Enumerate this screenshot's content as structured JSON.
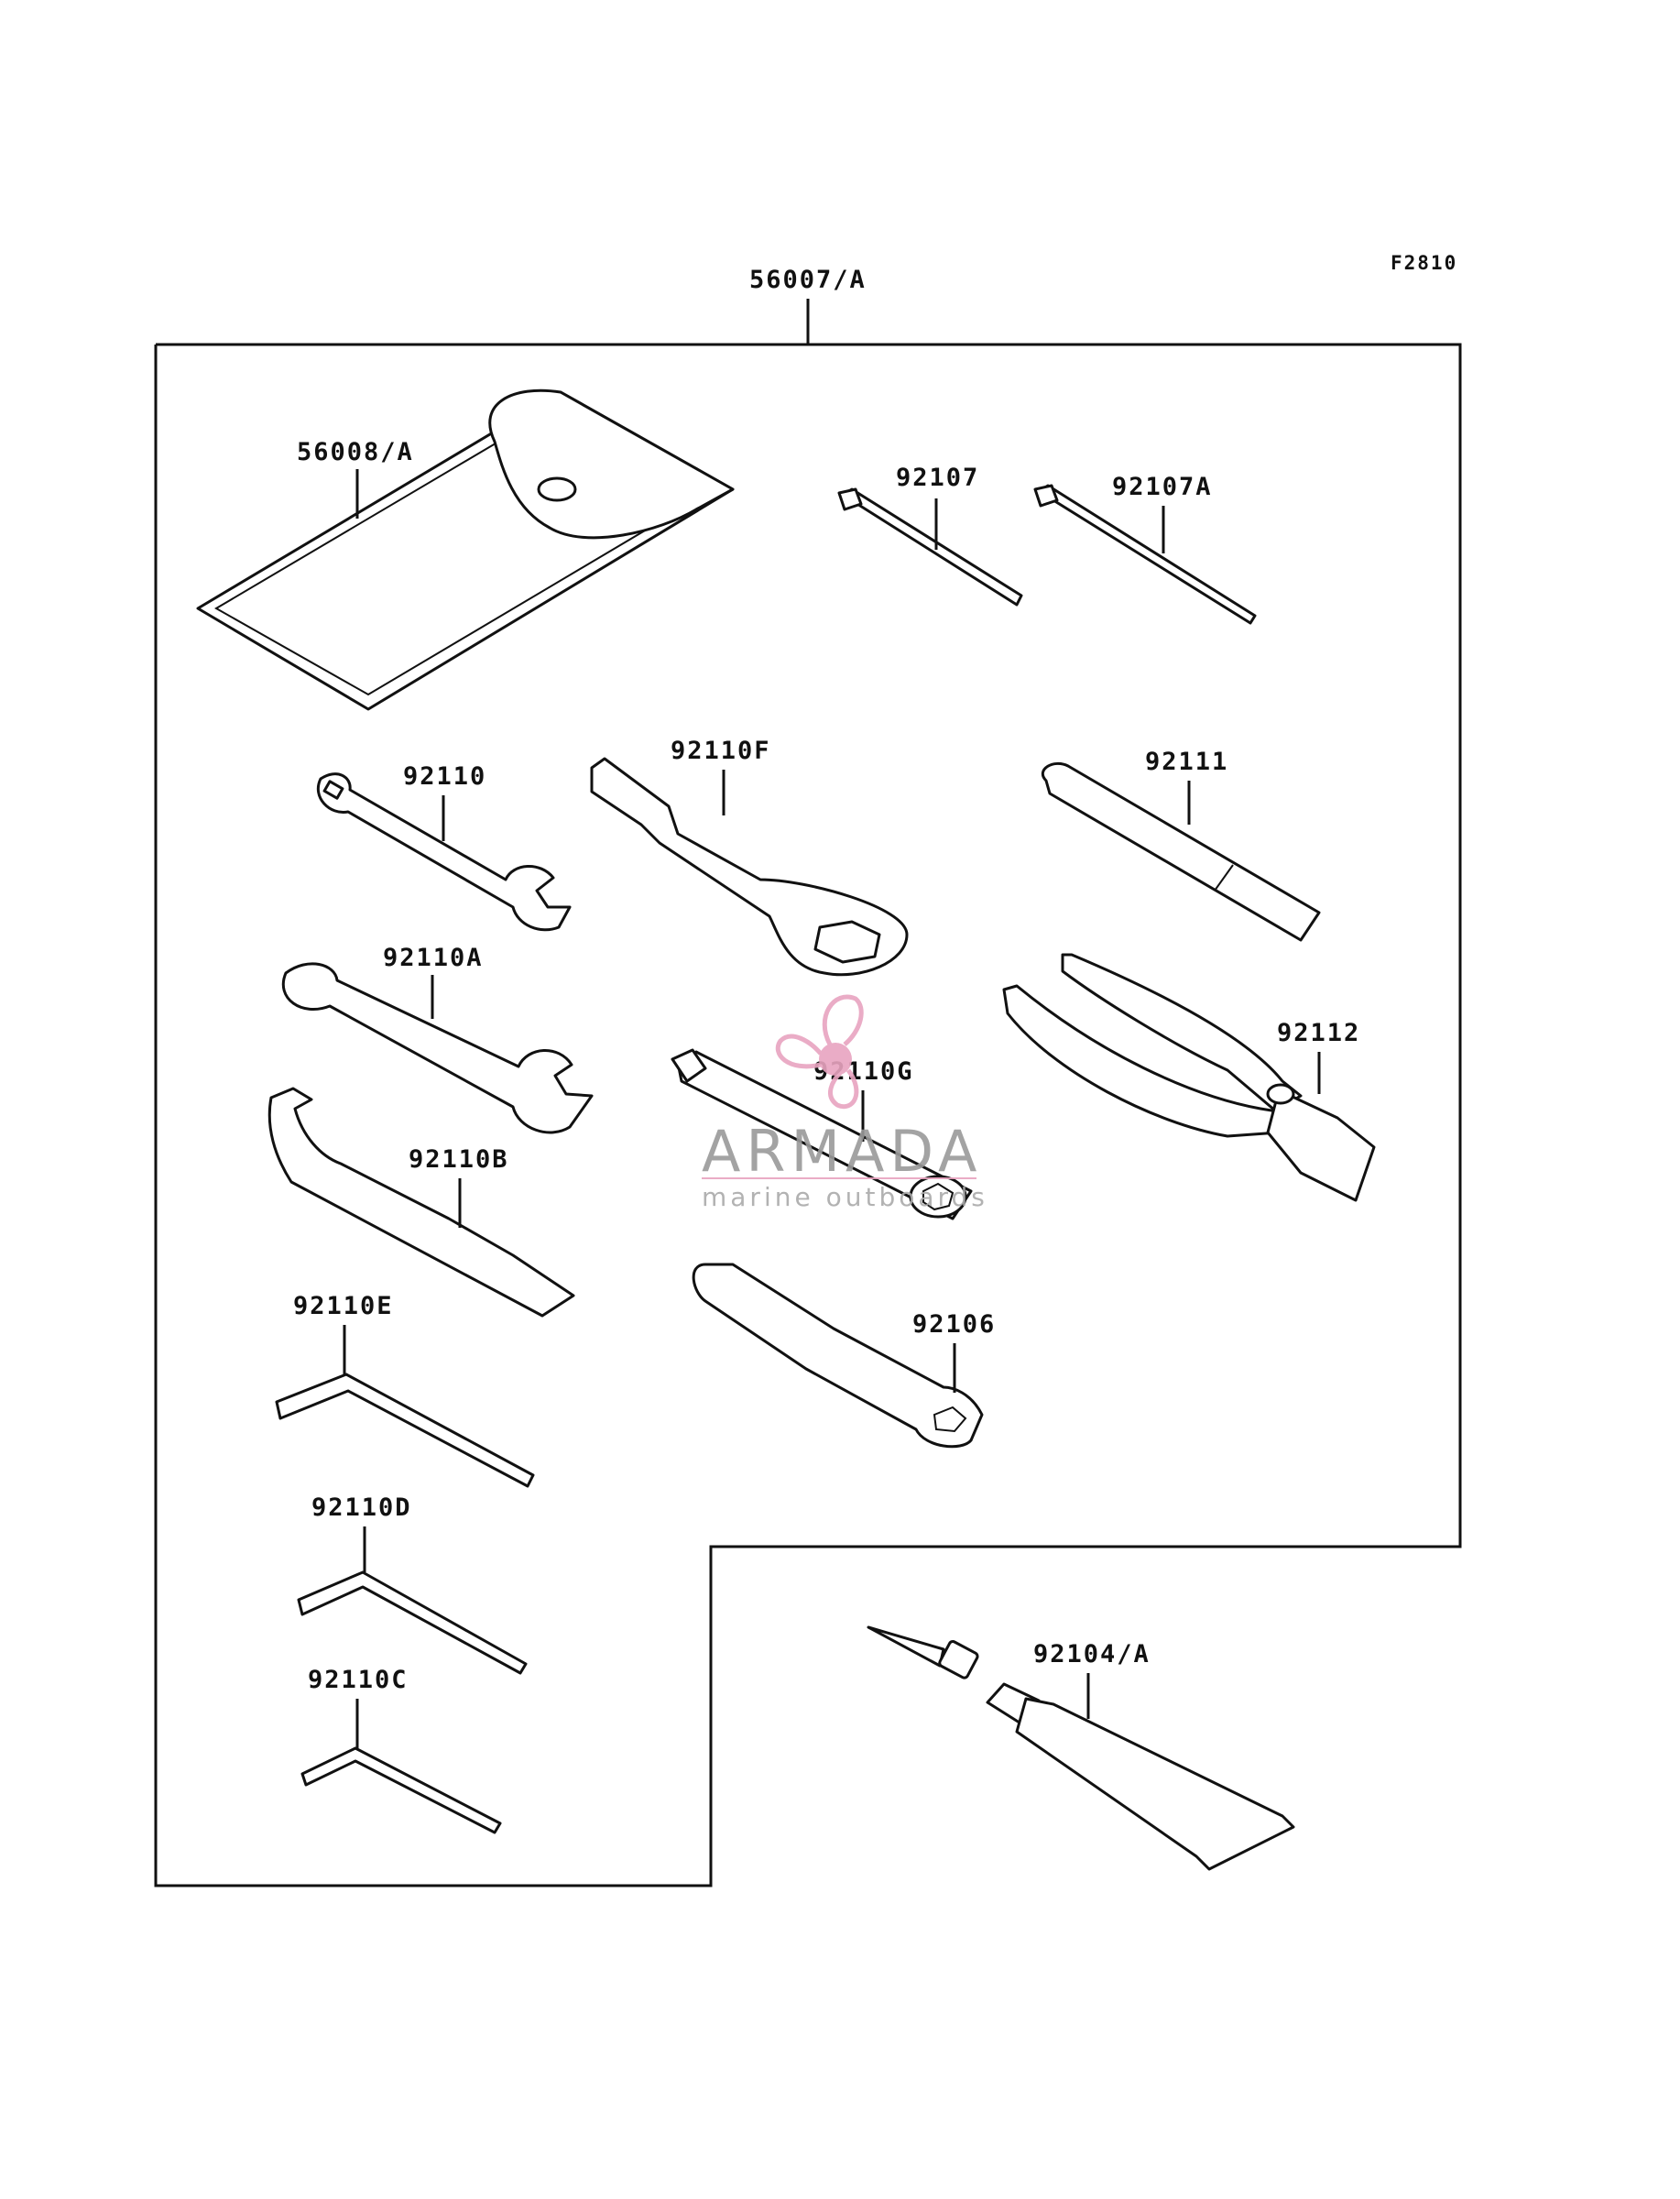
{
  "figure_code": "F2810",
  "kit": {
    "part_no": "56007/A"
  },
  "parts": [
    {
      "id": "pouch",
      "part_no": "56008/A",
      "icon": "tool-pouch-icon"
    },
    {
      "id": "screwdriver-bit-1",
      "part_no": "92107",
      "icon": "screwdriver-bit-icon"
    },
    {
      "id": "screwdriver-bit-2",
      "part_no": "92107A",
      "icon": "screwdriver-bit-icon"
    },
    {
      "id": "open-end-wrench-small",
      "part_no": "92110",
      "icon": "open-end-wrench-icon"
    },
    {
      "id": "ring-wrench",
      "part_no": "92110F",
      "icon": "ring-wrench-icon"
    },
    {
      "id": "extension-bar",
      "part_no": "92111",
      "icon": "extension-bar-icon"
    },
    {
      "id": "open-end-wrench-large",
      "part_no": "92110A",
      "icon": "open-end-wrench-icon"
    },
    {
      "id": "pliers",
      "part_no": "92112",
      "icon": "pliers-icon"
    },
    {
      "id": "spark-plug-wrench",
      "part_no": "92110G",
      "icon": "box-wrench-icon"
    },
    {
      "id": "hook-wrench",
      "part_no": "92110B",
      "icon": "hook-wrench-icon"
    },
    {
      "id": "screwdriver-handle",
      "part_no": "92106",
      "icon": "screwdriver-handle-icon"
    },
    {
      "id": "hex-key-large",
      "part_no": "92110E",
      "icon": "hex-key-icon"
    },
    {
      "id": "hex-key-medium",
      "part_no": "92110D",
      "icon": "hex-key-icon"
    },
    {
      "id": "hex-key-small",
      "part_no": "92110C",
      "icon": "hex-key-icon"
    },
    {
      "id": "grease-tube",
      "part_no": "92104/A",
      "icon": "grease-tube-icon"
    }
  ],
  "watermark": {
    "brand": "ARMADA",
    "tagline": "marine outboards",
    "icon": "propeller-logo-icon",
    "color": "#e8a4c0"
  }
}
